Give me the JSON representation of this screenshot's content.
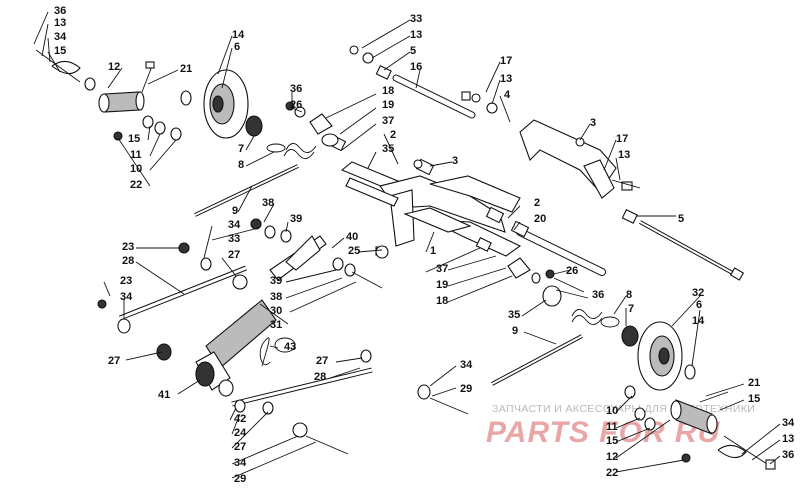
{
  "watermark": {
    "line1": "ЗАПЧАСТИ И АКСЕССУАРЫ ДЛЯ МОТОТЕХНИКИ",
    "line2": "PARTS FOR RU"
  },
  "colors": {
    "ink": "#111111",
    "watermark_gray": "#b9b9b9",
    "watermark_red": "#e9a6a6"
  },
  "callouts": {
    "c36a": "36",
    "c13a": "13",
    "c34a": "34",
    "c15a": "15",
    "c12a": "12",
    "c21a": "21",
    "c14a": "14",
    "c6a": "6",
    "c15b": "15",
    "c11a": "11",
    "c10a": "10",
    "c22a": "22",
    "c7a": "7",
    "c8a": "8",
    "c36b": "36",
    "c26a": "26",
    "c18a": "18",
    "c19a": "19",
    "c37a": "37",
    "c2a": "2",
    "c35a": "35",
    "c33a": "33",
    "c13b": "13",
    "c5a": "5",
    "c16a": "16",
    "c17a": "17",
    "c13c": "13",
    "c4a": "4",
    "c3a": "3",
    "c17b": "17",
    "c13d": "13",
    "c3b": "3",
    "c5b": "5",
    "c2b": "2",
    "c20a": "20",
    "c9a": "9",
    "c38a": "38",
    "c34b": "34",
    "c39a": "39",
    "c33b": "33",
    "c40a": "40",
    "c25a": "25",
    "c1a": "1",
    "c23a": "23",
    "c28a": "28",
    "c27a": "27",
    "c23b": "23",
    "c34c": "34",
    "c39b": "39",
    "c38b": "38",
    "c30a": "30",
    "c31a": "31",
    "c37b": "37",
    "c19b": "19",
    "c18b": "18",
    "c26b": "26",
    "c36c": "36",
    "c8b": "8",
    "c7b": "7",
    "c32a": "32",
    "c6b": "6",
    "c14b": "14",
    "c35b": "35",
    "c9b": "9",
    "c27b": "27",
    "c43a": "43",
    "c41a": "41",
    "c27c": "27",
    "c28b": "28",
    "c34d": "34",
    "c29a": "29",
    "c42a": "42",
    "c24a": "24",
    "c27d": "27",
    "c34e": "34",
    "c29b": "29",
    "c21b": "21",
    "c15c": "15",
    "c10b": "10",
    "c11b": "11",
    "c15d": "15",
    "c12b": "12",
    "c22b": "22",
    "c34f": "34",
    "c13e": "13",
    "c36d": "36"
  }
}
